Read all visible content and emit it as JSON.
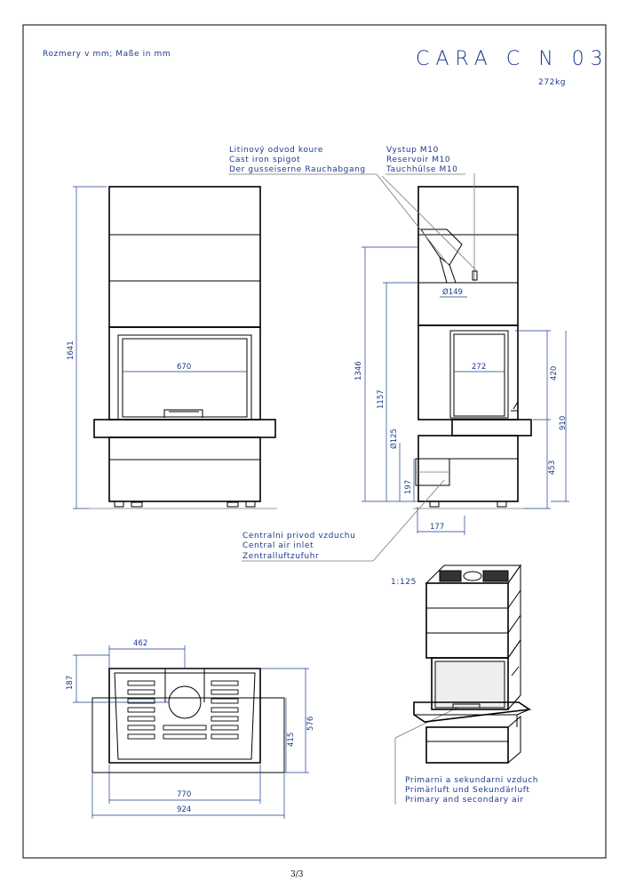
{
  "header": {
    "units_note": "Rozmery v mm; Maße in mm",
    "model": "CARA C N 03",
    "weight": "272kg"
  },
  "callouts": {
    "spigot": [
      "Litinový odvod koure",
      "Cast iron spigot",
      "Der gusseiserne Rauchabgang"
    ],
    "outlet": [
      "Vystup M10",
      "Reservoir M10",
      "Tauchhülse M10"
    ],
    "central_air": [
      "Centralni privod vzduchu",
      "Central air inlet",
      "Zentralluftzufuhr"
    ],
    "primary_air": [
      "Primarni a sekundarni vzduch",
      "Primärluft und Sekundärluft",
      "Primary and secondary air"
    ]
  },
  "dimensions": {
    "front_height": "1641",
    "front_width": "670",
    "side_height_total": "1346",
    "side_height_mid": "1157",
    "side_pipe_dia": "Ø125",
    "side_pipe_offset": "197",
    "side_flue_dia": "Ø149",
    "side_depth_firebox": "272",
    "side_glass_height": "420",
    "side_base_height": "910",
    "side_low_height": "453",
    "side_inlet_width": "177",
    "top_flue_pos": "462",
    "top_depth_flue": "187",
    "top_depth_total": "576",
    "top_depth_body": "415",
    "top_width_inner": "770",
    "top_width_outer": "924"
  },
  "scale_label": "1:125",
  "page_number": "3/3"
}
